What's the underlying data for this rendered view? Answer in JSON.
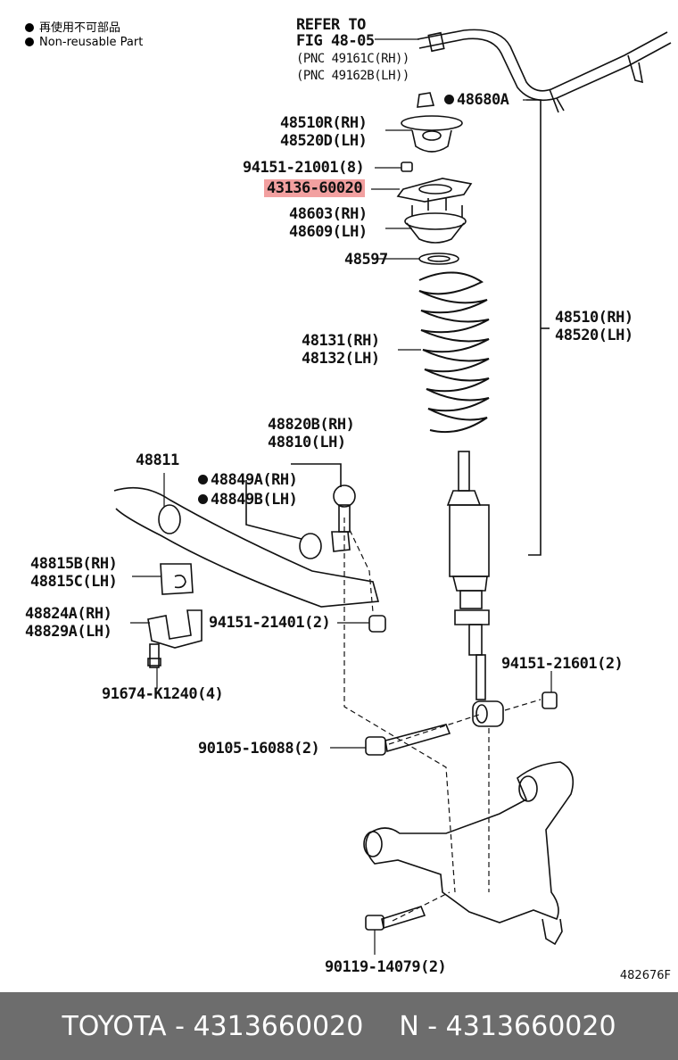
{
  "legend": {
    "reusable_jp": "再使用不可部品",
    "non_reusable": "Non-reusable Part"
  },
  "labels": {
    "refer": "REFER TO",
    "fig": "FIG 48-05",
    "pnc_rh": "(PNC 49161C(RH))",
    "pnc_lh": "(PNC 49162B(LH))",
    "p48680a": "48680A",
    "p48510r": "48510R(RH)",
    "p48520d": "48520D(LH)",
    "p94151_21001": "94151-21001(8)",
    "p43136": "43136-60020",
    "p48603": "48603(RH)",
    "p48609": "48609(LH)",
    "p48597": "48597",
    "p48131": "48131(RH)",
    "p48132": "48132(LH)",
    "p48510": "48510(RH)",
    "p48520": "48520(LH)",
    "p48820b": "48820B(RH)",
    "p48810": "48810(LH)",
    "p48811": "48811",
    "p48849a": "48849A(RH)",
    "p48849b": "48849B(LH)",
    "p48815b": "48815B(RH)",
    "p48815c": "48815C(LH)",
    "p48824a": "48824A(RH)",
    "p48829a": "48829A(LH)",
    "p94151_21401": "94151-21401(2)",
    "p91674": "91674-K1240(4)",
    "p94151_21601": "94151-21601(2)",
    "p90105": "90105-16088(2)",
    "p90119": "90119-14079(2)"
  },
  "figure_id": "482676F",
  "footer": {
    "left": "TOYOTA - 4313660020",
    "right": "N - 4313660020"
  },
  "colors": {
    "highlight": "#f2a0a0",
    "footer_bg": "#6d6d6d"
  }
}
